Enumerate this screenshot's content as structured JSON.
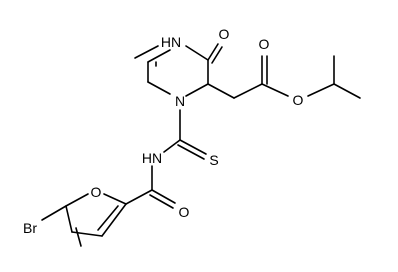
{
  "molecule": {
    "atoms": {
      "nh_ring": "HN",
      "o_ketone": "O",
      "n_ring": "N",
      "o_carbonyl_ester": "O",
      "o_ester": "O",
      "nh_thioamide": "HN",
      "s_thione": "S",
      "o_amide": "O",
      "o_furan": "O",
      "br": "Br"
    }
  }
}
